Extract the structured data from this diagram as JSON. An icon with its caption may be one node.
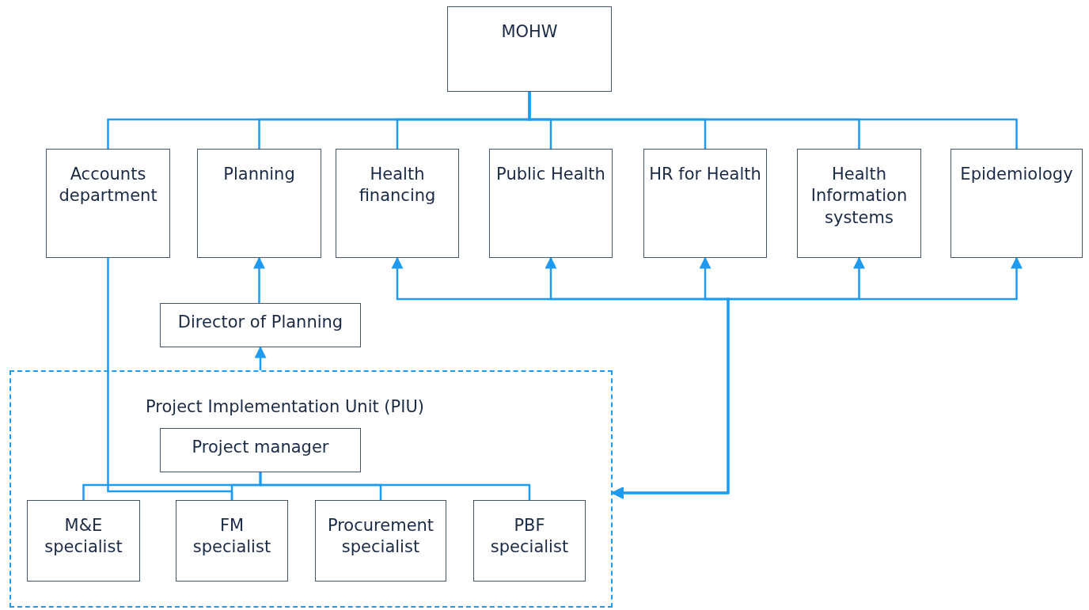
{
  "diagram": {
    "nodes": [
      {
        "text": [
          "MOHW"
        ]
      },
      {
        "text": [
          "Accounts department"
        ]
      },
      {
        "text": [
          "Planning"
        ]
      },
      {
        "text": [
          "Health financing"
        ]
      },
      {
        "text": [
          "Public Health"
        ]
      },
      {
        "text": [
          "HR for Health"
        ]
      },
      {
        "text": [
          "Health Information systems"
        ]
      },
      {
        "text": [
          "Epidemiology"
        ]
      },
      {
        "text": [
          "Director of Planning"
        ]
      },
      {
        "text": [
          "Project Implementation Unit (PIU)"
        ]
      },
      {
        "text": [
          "Project manager"
        ],
        "in": 9
      },
      {
        "text": [
          "M&E specialist"
        ],
        "in": 9
      },
      {
        "text": [
          "FM specialist"
        ],
        "in": 9
      },
      {
        "text": [
          "Procurement specialist"
        ],
        "in": 9
      },
      {
        "text": [
          "PBF specialist"
        ],
        "in": 9
      }
    ],
    "edges": [
      {
        "from": 0,
        "to": 1,
        "arrow": "none"
      },
      {
        "from": 0,
        "to": 2,
        "arrow": "none"
      },
      {
        "from": 0,
        "to": 3,
        "arrow": "none"
      },
      {
        "from": 0,
        "to": 4,
        "arrow": "none"
      },
      {
        "from": 0,
        "to": 5,
        "arrow": "none"
      },
      {
        "from": 0,
        "to": 6,
        "arrow": "none"
      },
      {
        "from": 0,
        "to": 7,
        "arrow": "none"
      },
      {
        "from": 8,
        "to": 2,
        "arrow": "to"
      },
      {
        "from": 9,
        "to": 8,
        "arrow": "to"
      },
      {
        "from": 9,
        "to": 3,
        "arrow": "both"
      },
      {
        "from": 9,
        "to": 4,
        "arrow": "both"
      },
      {
        "from": 9,
        "to": 5,
        "arrow": "both"
      },
      {
        "from": 9,
        "to": 6,
        "arrow": "both"
      },
      {
        "from": 9,
        "to": 7,
        "arrow": "both"
      },
      {
        "from": 10,
        "to": 11,
        "arrow": "none"
      },
      {
        "from": 10,
        "to": 12,
        "arrow": "none"
      },
      {
        "from": 10,
        "to": 13,
        "arrow": "none"
      },
      {
        "from": 10,
        "to": 14,
        "arrow": "none"
      },
      {
        "from": 1,
        "to": 12,
        "arrow": "none"
      }
    ]
  }
}
